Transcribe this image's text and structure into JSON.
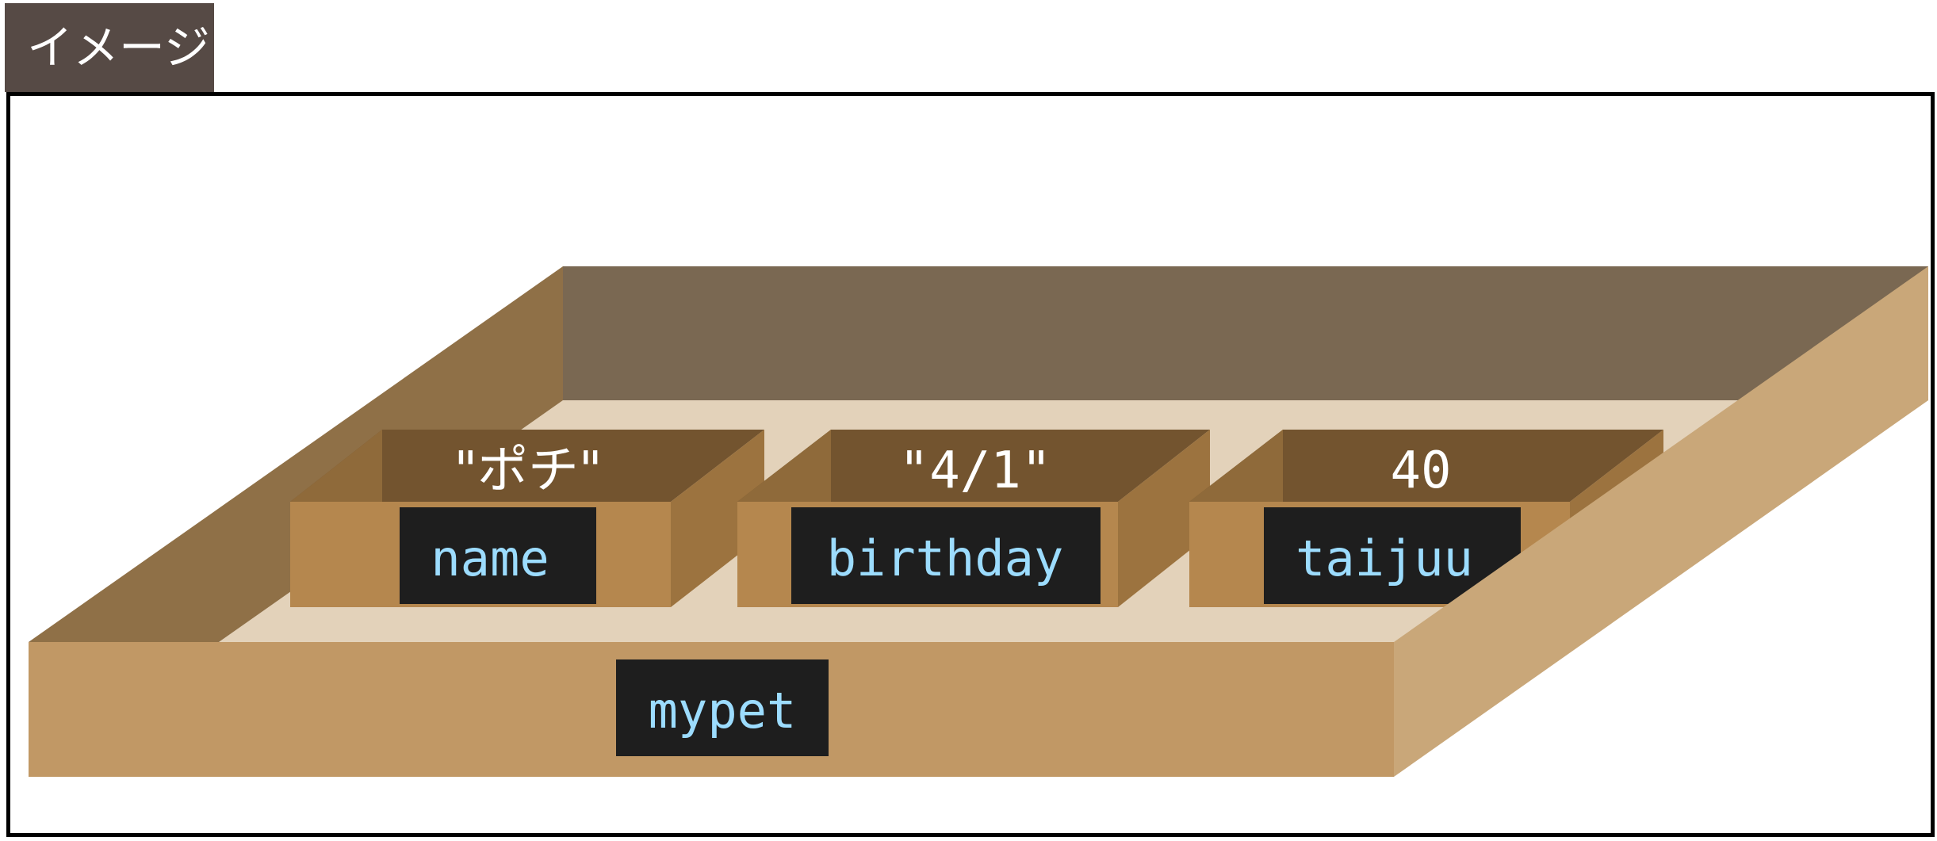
{
  "tab": {
    "label": "イメージ"
  },
  "container": {
    "name": "mypet"
  },
  "properties": [
    {
      "name": "name",
      "value": "\"ポチ\""
    },
    {
      "name": "birthday",
      "value": "\"4/1\""
    },
    {
      "name": "taijuu",
      "value": "40"
    }
  ],
  "colors": {
    "tab_bg": "#564a45",
    "label_bg": "#1e1e1e",
    "label_text": "#9cdcfe",
    "value_text": "#ffffff",
    "tray_front": "#c19865",
    "tray_back": "#7a6852",
    "tray_left": "#8f7047",
    "tray_right": "#c9a779",
    "tray_floor": "#e3d2ba",
    "box_front": "#b5874e",
    "box_top": "#73542f",
    "box_side": "#9c733f"
  }
}
